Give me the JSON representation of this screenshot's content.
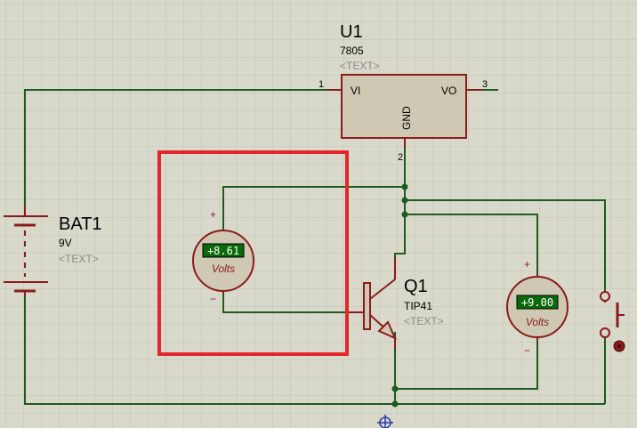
{
  "regulator": {
    "ref": "U1",
    "value": "7805",
    "text": "<TEXT>",
    "pin_vi": "VI",
    "pin_vo": "VO",
    "pin_gnd": "GND",
    "pin1": "1",
    "pin2": "2",
    "pin3": "3"
  },
  "battery": {
    "ref": "BAT1",
    "value": "9V",
    "text": "<TEXT>"
  },
  "transistor": {
    "ref": "Q1",
    "value": "TIP41",
    "text": "<TEXT>"
  },
  "voltmeter_left": {
    "reading": "+8.61",
    "units": "Volts",
    "plus": "+",
    "minus": "−"
  },
  "voltmeter_right": {
    "reading": "+9.00",
    "units": "Volts",
    "plus": "+",
    "minus": "−"
  },
  "colors": {
    "background": "#d9d9cb",
    "grid": "#c3c3b5",
    "wire": "#1f5a1f",
    "component": "#8b1a1a",
    "component_fill": "#cfc9b4",
    "lcd_bg": "#0a6a0a",
    "highlight": "#e3262b"
  }
}
